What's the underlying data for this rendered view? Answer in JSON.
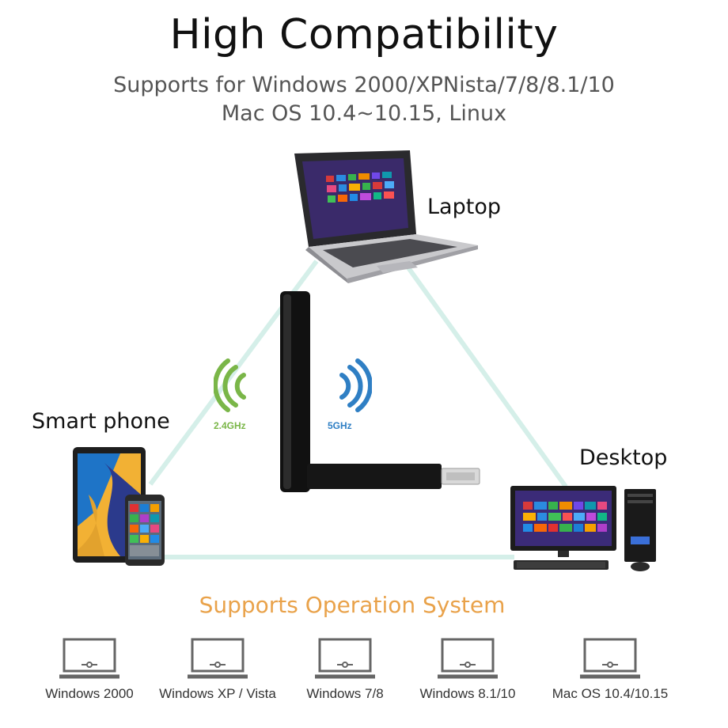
{
  "header": {
    "title": "High Compatibility",
    "subtitle_line1": "Supports for Windows 2000/XPNista/7/8/8.1/10",
    "subtitle_line2": "Mac OS 10.4~10.15, Linux"
  },
  "devices": {
    "laptop": "Laptop",
    "smart_phone": "Smart phone",
    "desktop": "Desktop"
  },
  "frequencies": {
    "band_24": "2.4GHz",
    "band_5": "5GHz",
    "color_24": "#7ab648",
    "color_5": "#2f7fc4"
  },
  "os_section": {
    "heading": "Supports Operation System",
    "heading_color": "#e9a24a",
    "items": [
      {
        "label": "Windows 2000",
        "icon": "laptop-outline-icon"
      },
      {
        "label": "Windows XP / Vista",
        "icon": "laptop-outline-icon"
      },
      {
        "label": "Windows 7/8",
        "icon": "laptop-outline-icon"
      },
      {
        "label": "Windows 8.1/10",
        "icon": "laptop-outline-icon"
      },
      {
        "label": "Mac OS 10.4/10.15",
        "icon": "laptop-outline-icon"
      }
    ]
  }
}
